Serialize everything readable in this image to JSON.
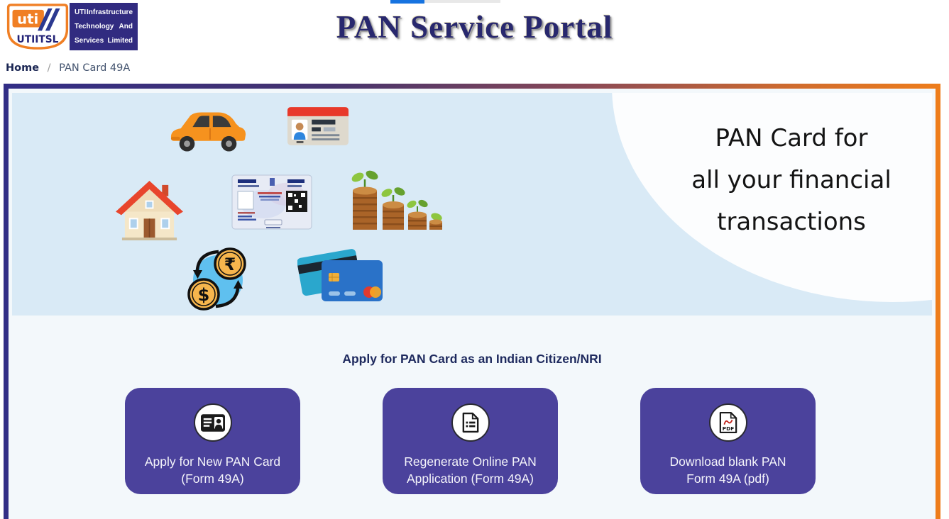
{
  "header": {
    "title": "PAN Service Portal",
    "logo": {
      "short_name": "uti",
      "acronym": "UTIITSL",
      "company_lines": [
        [
          "UTI",
          "Infrastructure"
        ],
        [
          "Technology",
          "And"
        ],
        [
          "Services",
          "Limited"
        ]
      ]
    }
  },
  "breadcrumb": {
    "home": "Home",
    "separator": "/",
    "current": "PAN Card 49A"
  },
  "banner": {
    "tagline_lines": [
      "PAN Card for",
      "all your financial",
      "transactions"
    ],
    "illustrations": [
      "car-illustration",
      "id-card-illustration",
      "house-illustration",
      "pan-card-illustration",
      "coins-plant-illustration",
      "currency-exchange-illustration",
      "credit-cards-illustration"
    ],
    "currency_symbols": {
      "rupee": "₹",
      "dollar": "$"
    }
  },
  "main": {
    "section_heading": "Apply for PAN Card as an Indian Citizen/NRI",
    "buttons": [
      {
        "lines": [
          "Apply for New PAN Card",
          "(Form 49A)"
        ],
        "icon": "id-card-icon"
      },
      {
        "lines": [
          "Regenerate Online PAN",
          "Application (Form 49A)"
        ],
        "icon": "document-icon"
      },
      {
        "lines": [
          "Download blank PAN",
          "Form 49A (pdf)"
        ],
        "icon": "pdf-icon",
        "icon_label": "PDF"
      }
    ]
  },
  "colors": {
    "button_purple": "#4b429c",
    "border_left_purple": "#322e86",
    "border_right_orange": "#ee7d1b",
    "banner_blue": "#d9eaf6",
    "title_navy": "#28286e",
    "logo_box_blue": "#312b80",
    "logo_orange": "#f07f24",
    "top_strip_blue": "#1673e0"
  }
}
